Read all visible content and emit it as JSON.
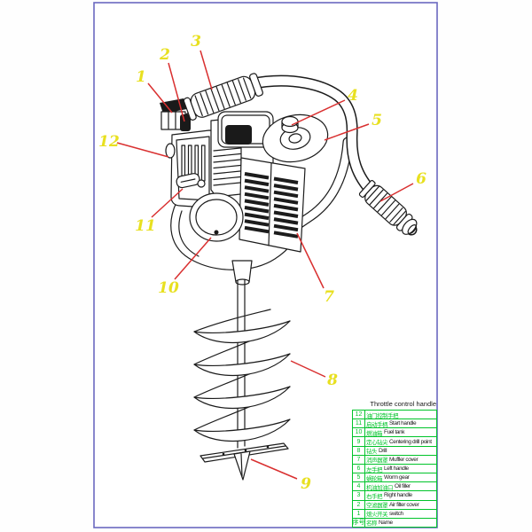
{
  "page": {
    "frame_color": "#6a68c0",
    "background": "#ffffff"
  },
  "drawing": {
    "line_color": "#1c1c1c",
    "leader_color": "#d93030",
    "callout_number_color": "#e8e020"
  },
  "callouts": [
    "1",
    "2",
    "3",
    "4",
    "5",
    "6",
    "7",
    "8",
    "9",
    "10",
    "11",
    "12"
  ],
  "table": {
    "overflow_label": "Throttle control handle",
    "grid_color": "#00c42a",
    "header": {
      "no": "序号",
      "zh": "名称",
      "en": "Name"
    },
    "rows": [
      {
        "no": "12",
        "zh": "油门控制手把",
        "en": ""
      },
      {
        "no": "11",
        "zh": "启动手柄",
        "en": "Start handle"
      },
      {
        "no": "10",
        "zh": "燃油箱",
        "en": "Fuel tank"
      },
      {
        "no": "9",
        "zh": "定心钻尖",
        "en": "Centering drill point"
      },
      {
        "no": "8",
        "zh": "钻头",
        "en": "Drill"
      },
      {
        "no": "7",
        "zh": "消声器罩",
        "en": "Muffler cover"
      },
      {
        "no": "6",
        "zh": "左手把",
        "en": "Left handle"
      },
      {
        "no": "5",
        "zh": "蜗轮箱",
        "en": "Worm gear"
      },
      {
        "no": "4",
        "zh": "机油加油口",
        "en": "Oil filler"
      },
      {
        "no": "3",
        "zh": "右手把",
        "en": "Right handle"
      },
      {
        "no": "2",
        "zh": "空滤器罩",
        "en": "Air filter cover"
      },
      {
        "no": "1",
        "zh": "熄火开关",
        "en": "switch"
      }
    ]
  }
}
